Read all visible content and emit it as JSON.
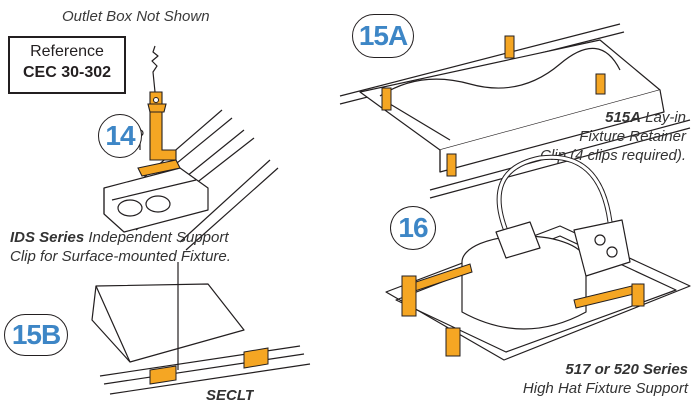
{
  "top_note": "Outlet Box Not Shown",
  "reference": {
    "label": "Reference",
    "code": "CEC 30-302"
  },
  "panels": [
    {
      "badge": "14",
      "caption_bold": "IDS Series",
      "caption_line1": " Independent Support",
      "caption_line2": "Clip for Surface-mounted Fixture."
    },
    {
      "badge": "15A",
      "caption_bold": "515A",
      "caption_line1": " Lay-in",
      "caption_line2": "Fixture Retainer",
      "caption_line3": "Clip (4 clips required)."
    },
    {
      "badge": "15B",
      "caption_partial": "SECLT"
    },
    {
      "badge": "16",
      "caption_bold": "517 or 520 Series",
      "caption_line2": "High Hat Fixture Support"
    }
  ],
  "colors": {
    "accent_orange": "#f5a623",
    "badge_blue": "#3d86c6",
    "line": "#231f20"
  }
}
